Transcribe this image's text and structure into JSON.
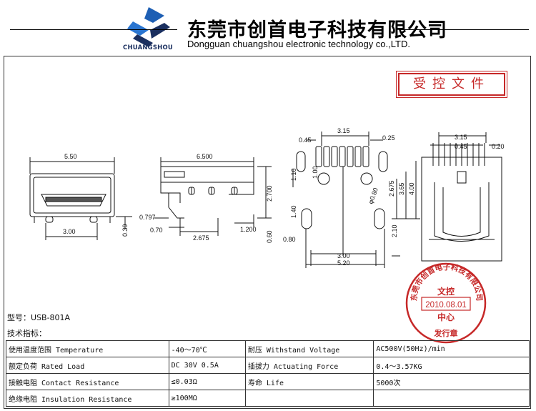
{
  "header": {
    "brand": "CHUANGSHOU",
    "company_cn": "东莞市创首电子科技有限公司",
    "company_en": "Dongguan chuangshou electronic technology co.,LTD."
  },
  "controlled_label": "受控文件",
  "dimensions": {
    "front_width": "5.50",
    "front_bottom": "3.00",
    "front_height": "0.39",
    "side_length": "6.500",
    "side_height": "2.700",
    "side_offset": "0.797",
    "side_pin": "0.70",
    "side_pitch": "2.675",
    "side_right": "1.200",
    "side_low": "0.60",
    "pcb_top": "3.15",
    "pcb_left": "0.45",
    "pcb_right": "0.25",
    "pcb_h1": "1.10",
    "pcb_d1": "1.00",
    "pcb_2675": "2.675",
    "pcb_365": "3.65",
    "pcb_400": "4.00",
    "pcb_dia": "φ0.80",
    "pcb_140": "1.40",
    "pcb_080": "0.80",
    "pcb_210": "2.10",
    "pcb_300": "3.00",
    "pcb_520": "5.20",
    "rear_top": "3.15",
    "rear_045": "0.45",
    "rear_020": "0.20"
  },
  "stamp": {
    "ring_text": "东莞市创首电子科技有限公司",
    "line1": "文控",
    "date": "2010.08.01",
    "line3": "中心",
    "footer": "发行章"
  },
  "model": "型号：USB-801A",
  "spec_title": "技术指标：",
  "specs": [
    {
      "label": "使用温度范围 Temperature",
      "value": "-40～70℃",
      "label2": "耐压 Withstand Voltage",
      "value2": "AC500V(50Hz)/min"
    },
    {
      "label": "额定负荷 Rated Load",
      "value": "DC 30V 0.5A",
      "label2": "插拔力 Actuating Force",
      "value2": "0.4～3.57KG"
    },
    {
      "label": "接触电阻 Contact Resistance",
      "value": "≤0.03Ω",
      "label2": "寿命 Life",
      "value2": "5000次"
    },
    {
      "label": "绝缘电阻 Insulation Resistance",
      "value": "≥100MΩ",
      "label2": "",
      "value2": ""
    }
  ],
  "colors": {
    "stamp_red": "#c62828",
    "logo_blue": "#1e5fb4",
    "logo_navy": "#1a2f5f"
  }
}
